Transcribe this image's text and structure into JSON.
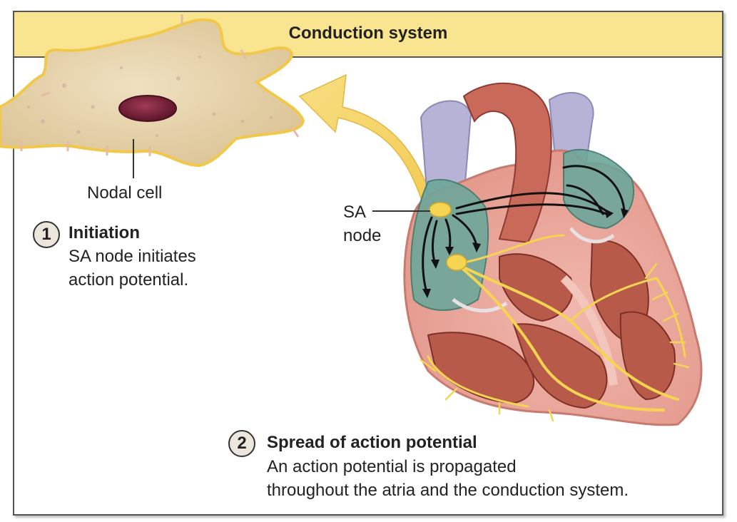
{
  "title": "Conduction system",
  "labels": {
    "nodal_cell": "Nodal cell",
    "sa_node_line1": "SA",
    "sa_node_line2": "node"
  },
  "steps": [
    {
      "number": "1",
      "heading": "Initiation",
      "line1": "SA node initiates",
      "line2": "action potential."
    },
    {
      "number": "2",
      "heading": "Spread of action potential",
      "line1": "An action potential is propagated",
      "line2": "throughout the atria and the conduction system."
    }
  ],
  "colors": {
    "title_bar": "#f9e48f",
    "cell_fill": "#e8d6b2",
    "cell_border": "#f2c84a",
    "nucleus": "#7a1f3a",
    "conduction_pathway": "#f5d451",
    "myocardium": "#b85a4a",
    "vessel_blue": "#b7b3d6",
    "atrium_teal": "#5f9a8c"
  }
}
